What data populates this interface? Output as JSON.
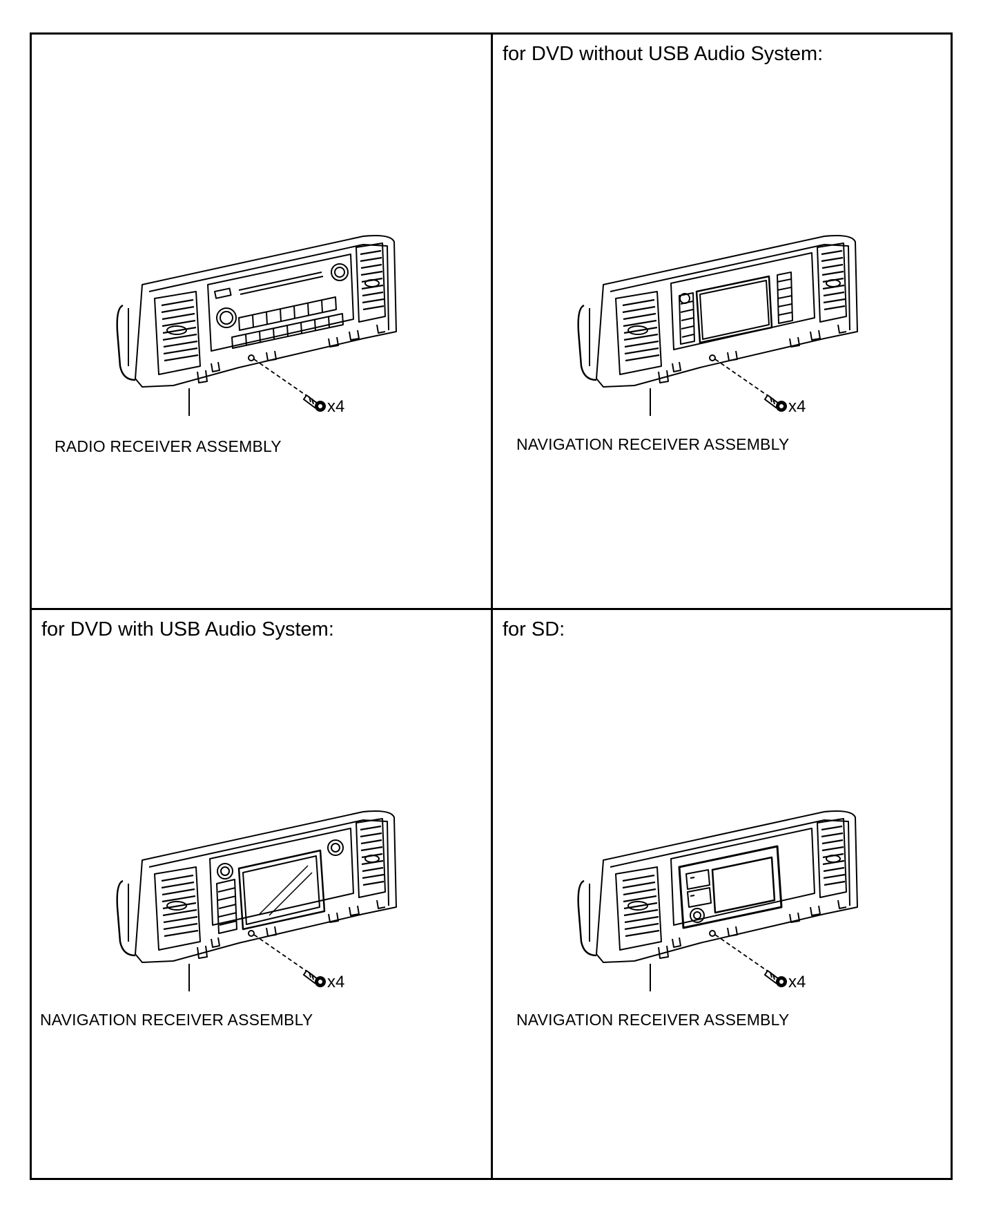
{
  "panels": [
    {
      "heading": "",
      "part_label": "RADIO RECEIVER ASSEMBLY",
      "quantity": "x4",
      "variant": "radio"
    },
    {
      "heading": "for DVD without USB Audio System:",
      "part_label": "NAVIGATION RECEIVER ASSEMBLY",
      "quantity": "x4",
      "variant": "nav-buttons"
    },
    {
      "heading": "for DVD with USB Audio System:",
      "part_label": "NAVIGATION RECEIVER ASSEMBLY",
      "quantity": "x4",
      "variant": "nav-screen"
    },
    {
      "heading": "for SD:",
      "part_label": "NAVIGATION RECEIVER ASSEMBLY",
      "quantity": "x4",
      "variant": "nav-sd"
    }
  ]
}
